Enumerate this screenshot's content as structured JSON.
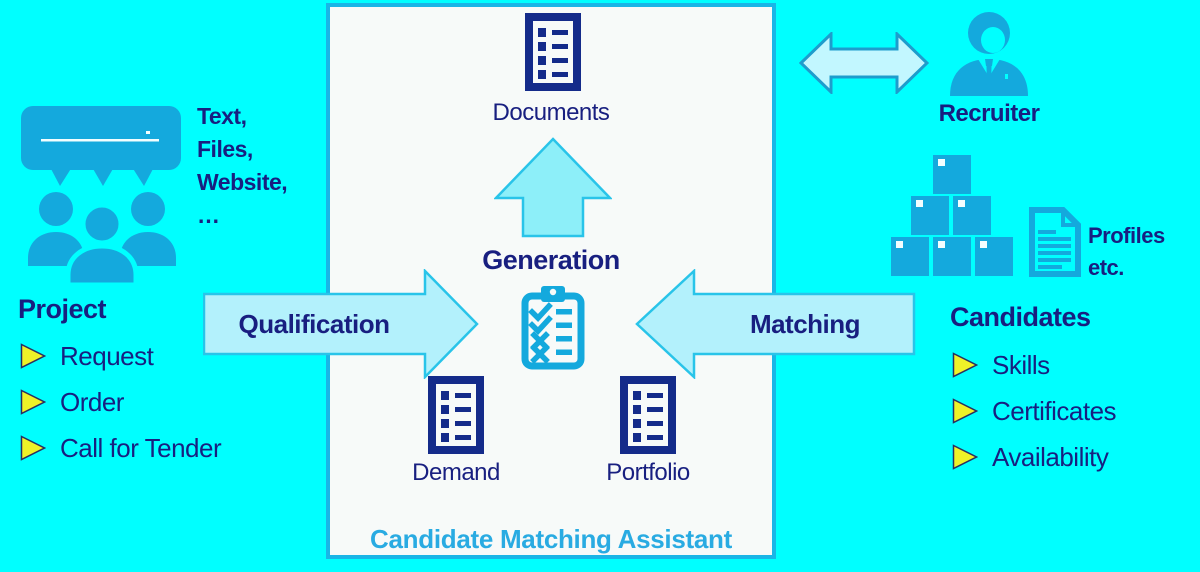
{
  "colors": {
    "background": "#00ffff",
    "panel_bg": "#f7faf9",
    "panel_border": "#1ab5e6",
    "navy": "#181f80",
    "icon_navy": "#142b8a",
    "icon_cyan": "#14a9dd",
    "arrow_fill": "#b3f1fc",
    "arrow_border": "#29c4e9",
    "up_arrow_fill": "#8deff9",
    "double_arrow_fill": "#c2f7ff",
    "double_arrow_border": "#1e9ccc",
    "bullet_yellow": "#eef228",
    "title_cyan": "#29abe2"
  },
  "panel": {
    "title": "Candidate Matching Assistant"
  },
  "center": {
    "documents_label": "Documents",
    "generation_label": "Generation",
    "demand_label": "Demand",
    "portfolio_label": "Portfolio"
  },
  "arrows": {
    "qualification": "Qualification",
    "matching": "Matching"
  },
  "left": {
    "sources": [
      "Text,",
      "Files,",
      "Website,",
      "…"
    ],
    "heading": "Project",
    "items": [
      "Request",
      "Order",
      "Call for Tender"
    ]
  },
  "right": {
    "recruiter_label": "Recruiter",
    "profiles": [
      "Profiles",
      "etc."
    ],
    "heading": "Candidates",
    "items": [
      "Skills",
      "Certificates",
      "Availability"
    ]
  }
}
